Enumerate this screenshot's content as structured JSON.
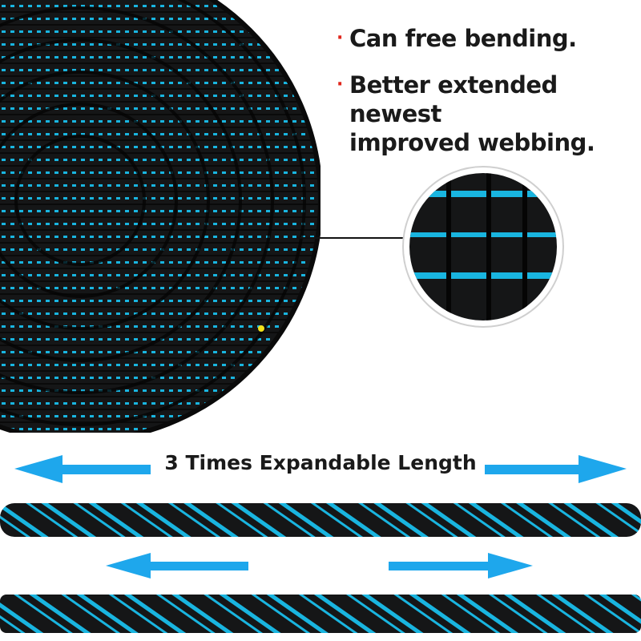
{
  "colors": {
    "background": "#ffffff",
    "hose_black": "#151617",
    "hose_blue": "#19b5e0",
    "arrow_blue": "#1ea7ec",
    "bullet_red": "#e0261b",
    "text": "#1a1a1a"
  },
  "features": [
    {
      "bullet": "·",
      "text": "Can free bending."
    },
    {
      "bullet": "·",
      "text": "Better extended newest\nimproved webbing."
    }
  ],
  "length_label": "3 Times Expandable Length"
}
